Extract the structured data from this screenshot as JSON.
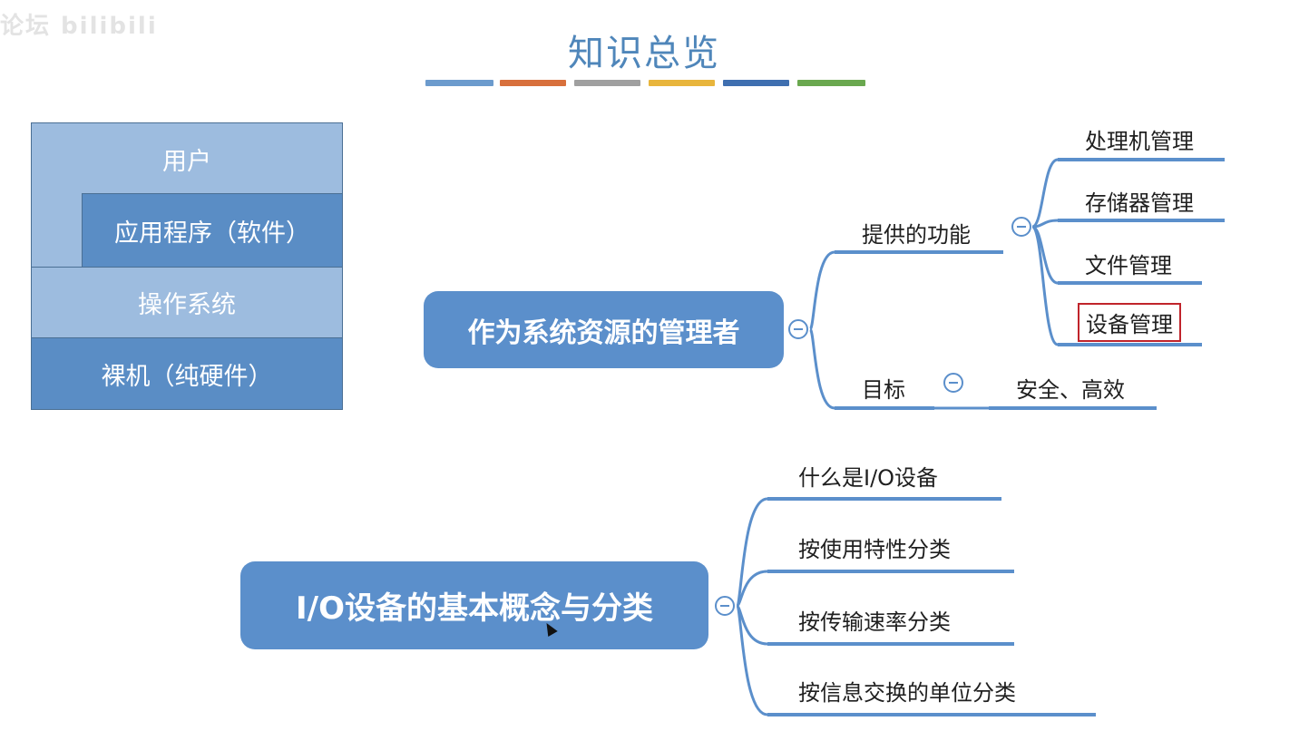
{
  "watermark": "论坛 bilibili",
  "title": "知识总览",
  "title_bar_colors": [
    "#6c9bcd",
    "#d8703c",
    "#a0a0a0",
    "#e8b53c",
    "#3f6fb0",
    "#6aa84f"
  ],
  "layers": {
    "user": "用户",
    "app": "应用程序（软件）",
    "os": "操作系统",
    "hardware": "裸机（纯硬件）"
  },
  "mindmap1": {
    "root": "作为系统资源的管理者",
    "functions": {
      "label": "提供的功能",
      "items": [
        "处理机管理",
        "存储器管理",
        "文件管理",
        "设备管理"
      ]
    },
    "goal": {
      "label": "目标",
      "value": "安全、高效"
    }
  },
  "mindmap2": {
    "root": "I/O设备的基本概念与分类",
    "items": [
      "什么是I/O设备",
      "按使用特性分类",
      "按传输速率分类",
      "按信息交换的单位分类"
    ]
  },
  "colors": {
    "node": "#5b8fcb",
    "line": "#5b8fcb",
    "highlight": "#c0242b"
  }
}
